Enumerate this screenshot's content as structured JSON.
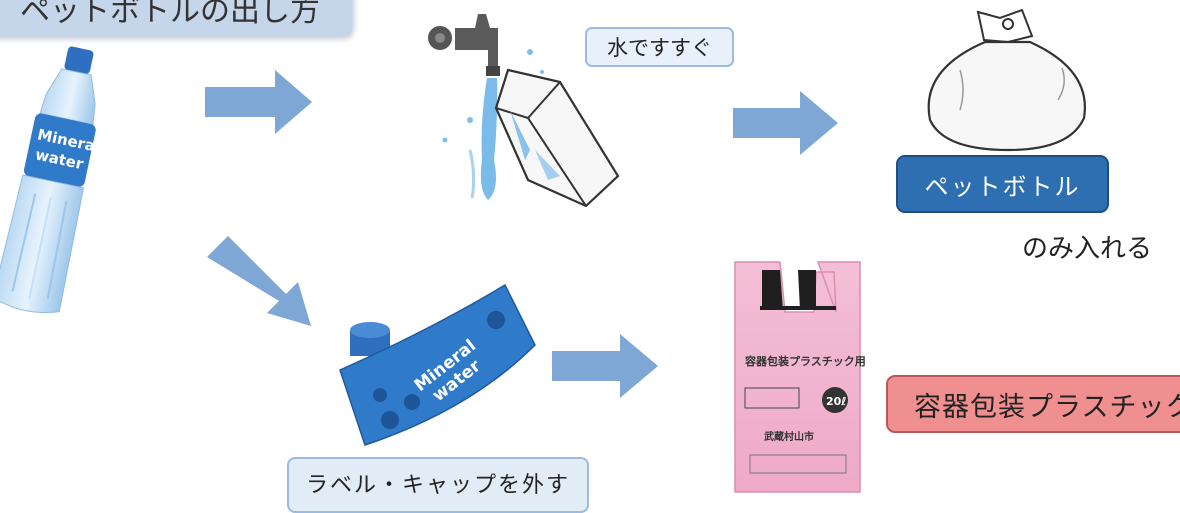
{
  "title": "ペットボトルの出し方",
  "labels": {
    "rinse": "水ですすぐ",
    "pet_bottle": "ペットボトル",
    "only_put": "のみ入れる",
    "container_plastic": "容器包装プラスチック",
    "remove_label_cap": "ラベル・キャップを外す"
  },
  "bottle_text": {
    "line1": "Mineral",
    "line2": "water"
  },
  "bag_print": {
    "heading": "容器包装プラスチック用",
    "size": "20ℓ",
    "city": "武蔵村山市"
  },
  "colors": {
    "arrow": "#7ea7d6",
    "pet_label_bg": "#2d6fb0",
    "plastic_label_bg": "#f08f8f",
    "bag_pink": "#f2b6cf"
  }
}
